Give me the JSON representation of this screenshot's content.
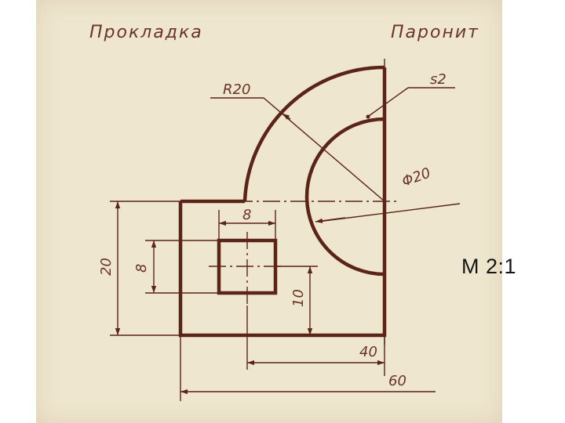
{
  "drawing": {
    "title": "Прокладка",
    "material": "Паронит",
    "thickness": "s2",
    "dimensions": {
      "radius": "R20",
      "hole_diameter": "Φ20",
      "window_width": "8",
      "window_height": "8",
      "height": "20",
      "window_offset": "10",
      "width_40": "40",
      "width_60": "60"
    }
  },
  "scale_note": "М 2:1",
  "colors": {
    "ink": "#5a2418",
    "paper": "#efe6cf"
  }
}
